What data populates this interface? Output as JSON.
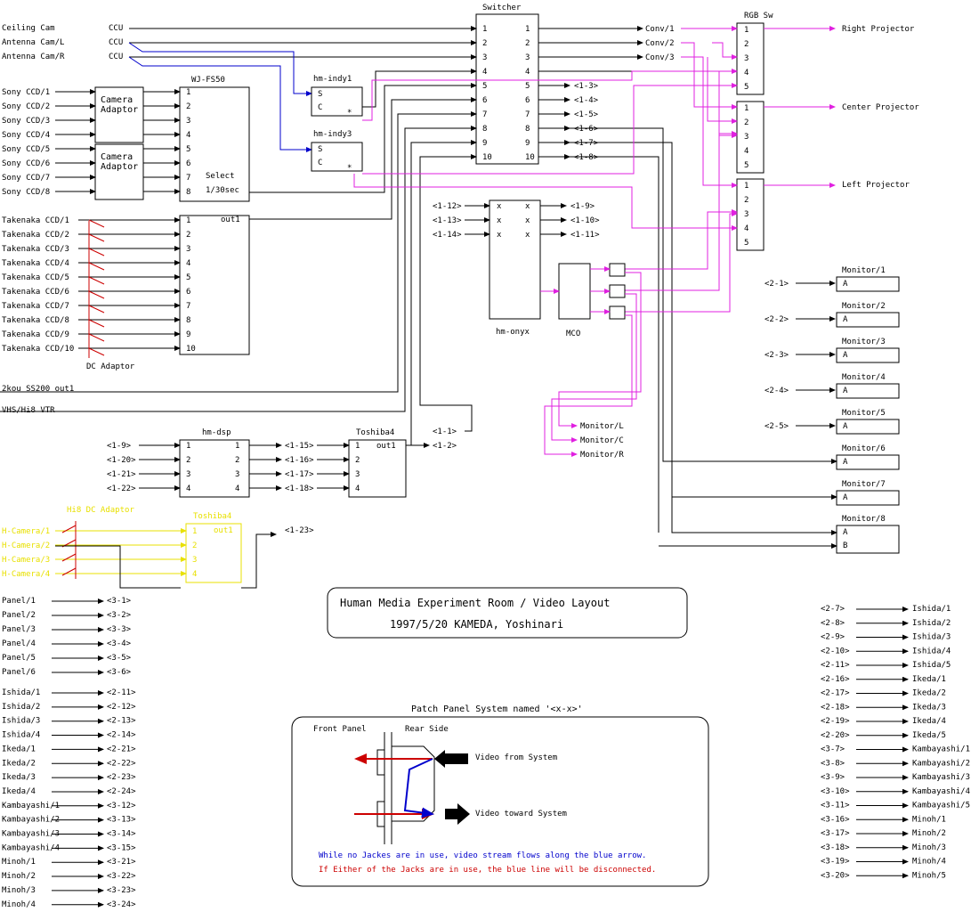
{
  "title": {
    "line1": "Human Media Experiment Room / Video Layout",
    "line2": "1997/5/20  KAMEDA, Yoshinari"
  },
  "colors": {
    "signal": "#000000",
    "blue": "#0000cc",
    "magenta": "#e020e0",
    "red": "#cc0000",
    "yellow": "#e8e000"
  },
  "sources": {
    "ceiling": "Ceiling Cam",
    "antenna_l": "Antenna Cam/L",
    "antenna_r": "Antenna Cam/R",
    "ccu": "CCU",
    "ss200": "2kou SS200 out1",
    "vtr": "VHS/Hi8 VTR"
  },
  "sony": [
    "Sony CCD/1",
    "Sony CCD/2",
    "Sony CCD/3",
    "Sony CCD/4",
    "Sony CCD/5",
    "Sony CCD/6",
    "Sony CCD/7",
    "Sony CCD/8"
  ],
  "takenaka": [
    "Takenaka CCD/1",
    "Takenaka CCD/2",
    "Takenaka CCD/3",
    "Takenaka CCD/4",
    "Takenaka CCD/5",
    "Takenaka CCD/6",
    "Takenaka CCD/7",
    "Takenaka CCD/8",
    "Takenaka CCD/9",
    "Takenaka CCD/10"
  ],
  "boxes": {
    "camera_adaptor": "Camera Adaptor",
    "wjfs50": "WJ-FS50",
    "select": "Select",
    "rate": "1/30sec",
    "out1": "out1",
    "dc_adaptor": "DC Adaptor",
    "indy1": "hm-indy1",
    "indy3": "hm-indy3",
    "switcher": "Switcher",
    "rgbsw": "RGB Sw",
    "onyx": "hm-onyx",
    "mco": "MCO",
    "dsp": "hm-dsp",
    "toshiba4": "Toshiba4",
    "hi8dc": "Hi8 DC Adaptor",
    "toshiba4b": "Toshiba4"
  },
  "indy_ports": {
    "s": "S",
    "c": "C",
    "star": "*"
  },
  "conv": [
    "Conv/1",
    "Conv/2",
    "Conv/3"
  ],
  "projectors": [
    "Right Projector",
    "Center Projector",
    "Left Projector"
  ],
  "switch_out_labels": [
    "<1-3>",
    "<1-4>",
    "<1-5>",
    "<1-6>",
    "<1-7>",
    "<1-8>"
  ],
  "onyx_in": [
    "<1-12>",
    "<1-13>",
    "<1-14>"
  ],
  "onyx_out": [
    "<1-9>",
    "<1-10>",
    "<1-11>"
  ],
  "onyx_x": "x",
  "monitor_lcr": [
    "Monitor/L",
    "Monitor/C",
    "Monitor/R"
  ],
  "monitors": [
    "Monitor/1",
    "Monitor/2",
    "Monitor/3",
    "Monitor/4",
    "Monitor/5",
    "Monitor/6",
    "Monitor/7",
    "Monitor/8"
  ],
  "monitor_in": [
    "<2-1>",
    "<2-2>",
    "<2-3>",
    "<2-4>",
    "<2-5>"
  ],
  "monitor_a": "A",
  "monitor_b": "B",
  "dsp_in": [
    "<1-9>",
    "<1-20>",
    "<1-21>",
    "<1-22>"
  ],
  "dsp_out": [
    "<1-15>",
    "<1-16>",
    "<1-17>",
    "<1-18>"
  ],
  "tosh_out": [
    "<1-1>",
    "<1-2>"
  ],
  "hi8cams": [
    "H-Camera/1",
    "H-Camera/2",
    "H-Camera/3",
    "H-Camera/4"
  ],
  "tosh_b_out": "<1-23>",
  "panels": [
    [
      "Panel/1",
      "<3-1>"
    ],
    [
      "Panel/2",
      "<3-2>"
    ],
    [
      "Panel/3",
      "<3-3>"
    ],
    [
      "Panel/4",
      "<3-4>"
    ],
    [
      "Panel/5",
      "<3-5>"
    ],
    [
      "Panel/6",
      "<3-6>"
    ]
  ],
  "left_list": [
    [
      "Ishida/1",
      "<2-11>"
    ],
    [
      "Ishida/2",
      "<2-12>"
    ],
    [
      "Ishida/3",
      "<2-13>"
    ],
    [
      "Ishida/4",
      "<2-14>"
    ],
    [
      "Ikeda/1",
      "<2-21>"
    ],
    [
      "Ikeda/2",
      "<2-22>"
    ],
    [
      "Ikeda/3",
      "<2-23>"
    ],
    [
      "Ikeda/4",
      "<2-24>"
    ],
    [
      "Kambayashi/1",
      "<3-12>"
    ],
    [
      "Kambayashi/2",
      "<3-13>"
    ],
    [
      "Kambayashi/3",
      "<3-14>"
    ],
    [
      "Kambayashi/4",
      "<3-15>"
    ],
    [
      "Minoh/1",
      "<3-21>"
    ],
    [
      "Minoh/2",
      "<3-22>"
    ],
    [
      "Minoh/3",
      "<3-23>"
    ],
    [
      "Minoh/4",
      "<3-24>"
    ]
  ],
  "right_list": [
    [
      "<2-7>",
      "Ishida/1"
    ],
    [
      "<2-8>",
      "Ishida/2"
    ],
    [
      "<2-9>",
      "Ishida/3"
    ],
    [
      "<2-10>",
      "Ishida/4"
    ],
    [
      "<2-11>",
      "Ishida/5"
    ],
    [
      "<2-16>",
      "Ikeda/1"
    ],
    [
      "<2-17>",
      "Ikeda/2"
    ],
    [
      "<2-18>",
      "Ikeda/3"
    ],
    [
      "<2-19>",
      "Ikeda/4"
    ],
    [
      "<2-20>",
      "Ikeda/5"
    ],
    [
      "<3-7>",
      "Kambayashi/1"
    ],
    [
      "<3-8>",
      "Kambayashi/2"
    ],
    [
      "<3-9>",
      "Kambayashi/3"
    ],
    [
      "<3-10>",
      "Kambayashi/4"
    ],
    [
      "<3-11>",
      "Kambayashi/5"
    ],
    [
      "<3-16>",
      "Minoh/1"
    ],
    [
      "<3-17>",
      "Minoh/2"
    ],
    [
      "<3-18>",
      "Minoh/3"
    ],
    [
      "<3-19>",
      "Minoh/4"
    ],
    [
      "<3-20>",
      "Minoh/5"
    ]
  ],
  "legend": {
    "title": "Patch Panel System named '<x-x>'",
    "front": "Front Panel",
    "rear": "Rear Side",
    "from": "Video from System",
    "toward": "Video toward System",
    "note_blue": "While no Jackes are in use, video stream flows along the blue arrow.",
    "note_red": "If Either of the Jacks are in use, the blue line will be disconnected."
  }
}
